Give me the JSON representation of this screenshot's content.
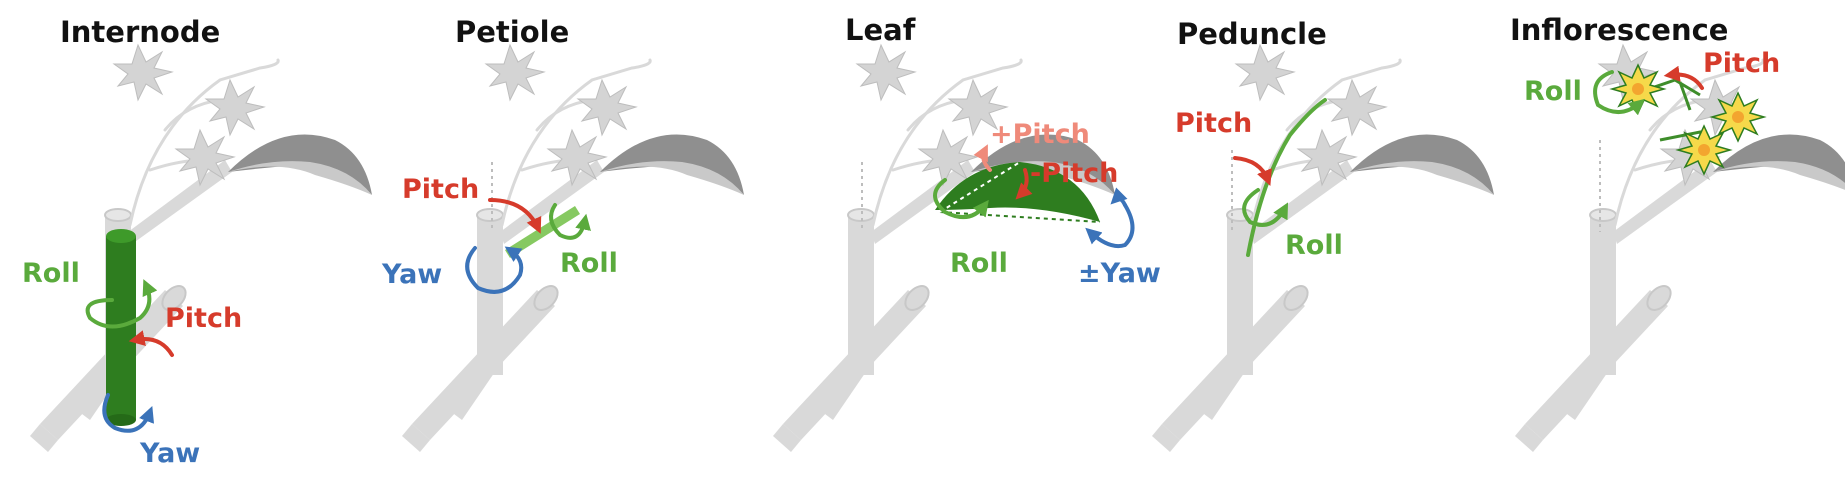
{
  "colors": {
    "roll": "#5aaa3c",
    "pitch": "#d63b2b",
    "pitch_light": "#ef8a7a",
    "yaw": "#3b73b9",
    "organ_dark": "#2e7d1f",
    "organ_light": "#86c961",
    "plant_gray": "#d9d9d9",
    "leaf_gray": "#8f8f8f",
    "flower_yellow": "#f6d94a"
  },
  "icons": {
    "bud": "star-bud-icon",
    "flower": "star-flower-icon",
    "rotation": "curved-arrow-icon"
  },
  "panels": [
    {
      "title": "Internode",
      "labels": {
        "roll": "Roll",
        "pitch": "Pitch",
        "yaw": "Yaw"
      }
    },
    {
      "title": "Petiole",
      "labels": {
        "pitch": "Pitch",
        "yaw": "Yaw",
        "roll": "Roll"
      }
    },
    {
      "title": "Leaf",
      "labels": {
        "plus_pitch": "+Pitch",
        "minus_pitch": "-Pitch",
        "roll": "Roll",
        "yaw": "±Yaw"
      }
    },
    {
      "title": "Peduncle",
      "labels": {
        "pitch": "Pitch",
        "roll": "Roll"
      }
    },
    {
      "title": "Inflorescence",
      "labels": {
        "roll": "Roll",
        "pitch": "Pitch"
      }
    }
  ]
}
